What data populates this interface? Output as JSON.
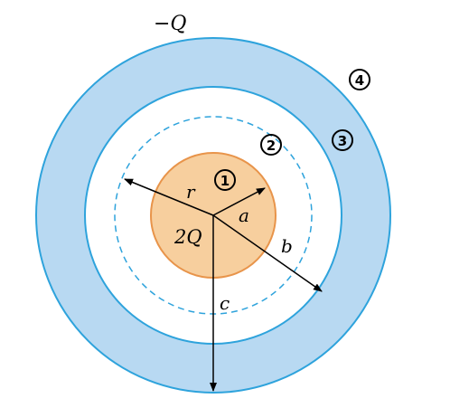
{
  "charges": {
    "outer": "−Q",
    "inner": "2Q"
  },
  "radii": {
    "r": "r",
    "a": "a",
    "b": "b",
    "c": "c"
  },
  "regions": {
    "r1": "1",
    "r2": "2",
    "r3": "3",
    "r4": "4"
  },
  "colors": {
    "sphere_fill": "#f7cf9e",
    "sphere_stroke": "#e8944a",
    "shell_fill": "#b8d9f2",
    "shell_stroke": "#2ea3dc",
    "gauss_stroke": "#2ea3dc",
    "arrow": "#000000"
  }
}
